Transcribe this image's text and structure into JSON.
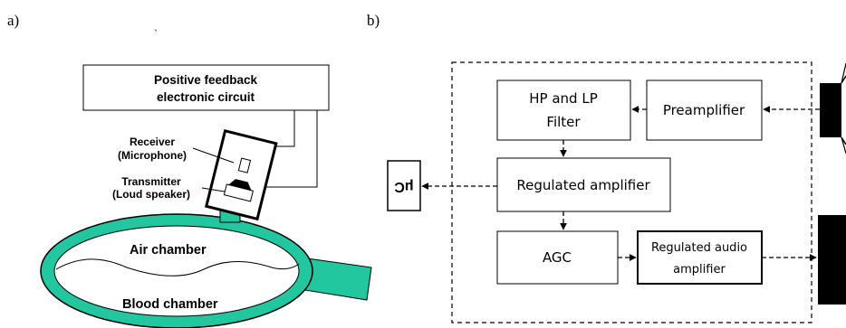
{
  "panel_a": {
    "label": "a)",
    "feedback_line1": "Positive feedback",
    "feedback_line2": "electronic circuit",
    "receiver_line1": "Receiver",
    "receiver_line2": "(Microphone)",
    "transmitter_line1": "Transmitter",
    "transmitter_line2": "(Loud speaker)",
    "air_chamber": "Air chamber",
    "blood_chamber": "Blood chamber",
    "colors": {
      "chamber_ring": "#22c7a0",
      "outline": "#000000"
    }
  },
  "panel_b": {
    "label": "b)",
    "hp_lp_line1": "HP and LP",
    "hp_lp_line2": "Filter",
    "preamplifier": "Preamplifier",
    "regulated_amplifier": "Regulated amplifier",
    "agc": "AGC",
    "reg_audio_line1": "Regulated audio",
    "reg_audio_line2": "amplifier",
    "muc": "μC"
  }
}
